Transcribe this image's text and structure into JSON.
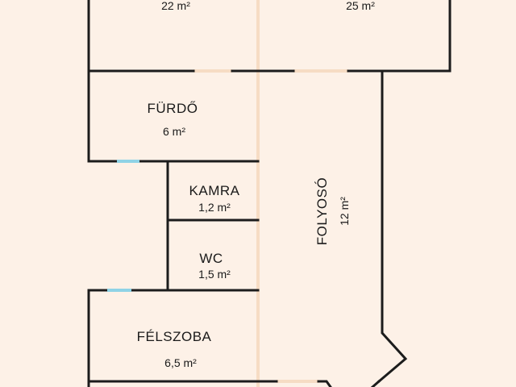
{
  "rooms": {
    "top_left": {
      "area": "22 m²"
    },
    "top_right": {
      "area": "25 m²"
    },
    "furdo": {
      "name": "FÜRDŐ",
      "area": "6 m²"
    },
    "kamra": {
      "name": "KAMRA",
      "area": "1,2 m²"
    },
    "wc": {
      "name": "WC",
      "area": "1,5 m²"
    },
    "felszoba": {
      "name": "FÉLSZOBA",
      "area": "6,5 m²"
    },
    "folyoso": {
      "name": "FOLYOSÓ",
      "area": "12 m²"
    }
  },
  "colors": {
    "background": "#fdf1e7",
    "wall": "#1c1c1c",
    "door_opening": "#f6dcc4",
    "window": "#8fd3e6"
  }
}
